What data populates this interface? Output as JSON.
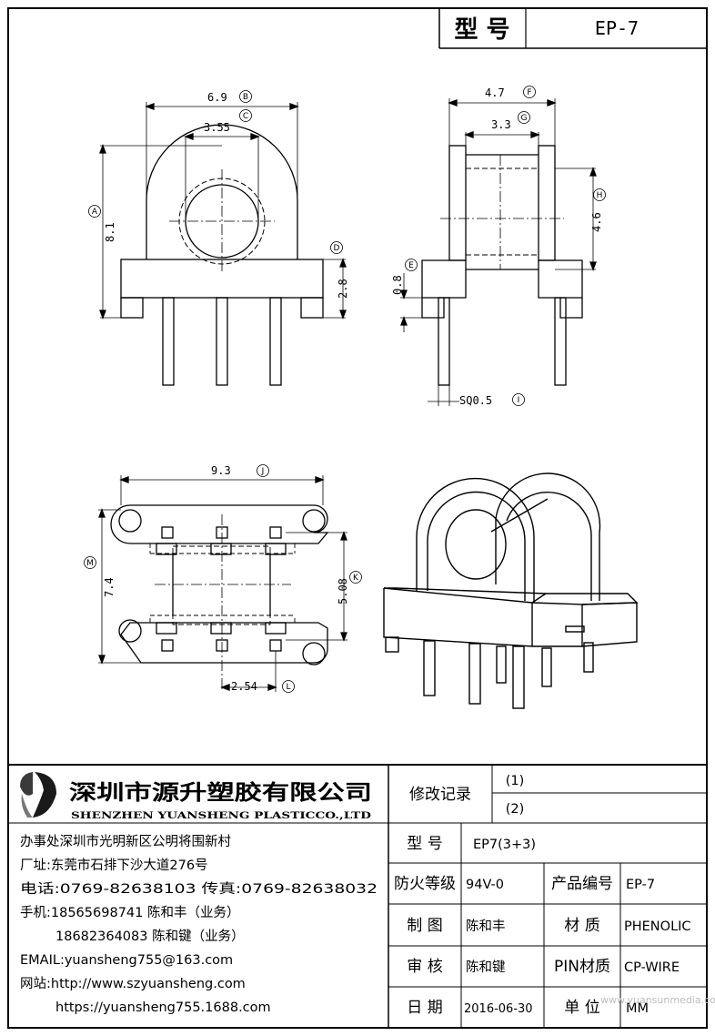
{
  "header": {
    "model_label": "型 号",
    "model_value": "EP-7"
  },
  "dimensions": {
    "B": {
      "marker": "B",
      "value": "6.9"
    },
    "C": {
      "marker": "C",
      "value": "3.55"
    },
    "A": {
      "marker": "A",
      "value": "8.1"
    },
    "D": {
      "marker": "D",
      "value": "2.8"
    },
    "F": {
      "marker": "F",
      "value": "4.7"
    },
    "G": {
      "marker": "G",
      "value": "3.3"
    },
    "H": {
      "marker": "H",
      "value": "4.6"
    },
    "E": {
      "marker": "E",
      "value": "0.8"
    },
    "I": {
      "marker": "I",
      "value": "SQ0.5"
    },
    "J": {
      "marker": "J",
      "value": "9.3"
    },
    "M": {
      "marker": "M",
      "value": "7.4"
    },
    "K": {
      "marker": "K",
      "value": "5.08"
    },
    "L": {
      "marker": "L",
      "value": "2.54"
    }
  },
  "company": {
    "name_cn": "深圳市源升塑胶有限公司",
    "name_en": "SHENZHEN YUANSHENG PLASTICCO.,LTD",
    "office": "办事处深圳市光明新区公明将围新村",
    "factory": "厂址:东莞市石排下沙大道276号",
    "phone": "电话:0769-82638103 传真:0769-82638032",
    "mobile1": "手机:18565698741 陈和丰（业务）",
    "mobile2": "18682364083 陈和键（业务）",
    "email": "EMAIL:yuansheng755@163.com",
    "website1": "网站:http://www.szyuansheng.com",
    "website2": "https://yuansheng755.1688.com"
  },
  "table": {
    "revision_label": "修改记录",
    "revision_1": "(1)",
    "revision_2": "(2)",
    "model_label": "型 号",
    "model_value": "EP7(3+3)",
    "fire_label": "防火等级",
    "fire_value": "94V-0",
    "product_no_label": "产品编号",
    "product_no_value": "EP-7",
    "drawn_label": "制 图",
    "drawn_value": "陈和丰",
    "material_label": "材 质",
    "material_value": "PHENOLIC",
    "review_label": "审 核",
    "review_value": "陈和键",
    "pin_material_label": "PIN材质",
    "pin_material_value": "CP-WIRE",
    "date_label": "日 期",
    "date_value": "2016-06-30",
    "unit_label": "单 位",
    "unit_value": "MM"
  },
  "watermark": "www.yuansunmedia.com"
}
